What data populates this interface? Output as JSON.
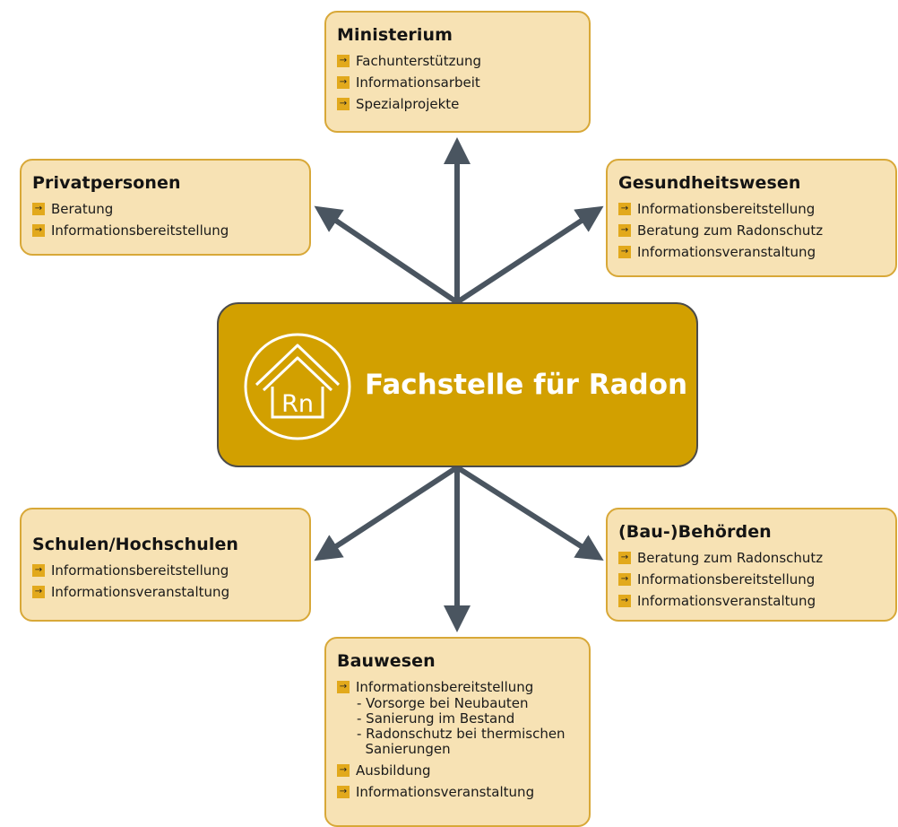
{
  "center": {
    "title": "Fachstelle für Radon",
    "logo_text": "Rn",
    "logo_icon": "house-radon-icon",
    "color": "#d2a000"
  },
  "colors": {
    "box_fill": "#f7e2b4",
    "box_border": "#d8a838",
    "bullet": "#e2a91c",
    "arrow": "#4a5560"
  },
  "bullet_icon": "arrow-right-icon",
  "ministerium": {
    "title": "Ministerium",
    "items": [
      "Fachunterstützung",
      "Informationsarbeit",
      "Spezialprojekte"
    ]
  },
  "privat": {
    "title": "Privatpersonen",
    "items": [
      "Beratung",
      "Informationsbereitstellung"
    ]
  },
  "gesundheit": {
    "title": "Gesundheitswesen",
    "items": [
      "Informationsbereitstellung",
      "Beratung zum Radonschutz",
      "Informationsveranstaltung"
    ]
  },
  "schulen": {
    "title": "Schulen/Hochschulen",
    "items": [
      "Informationsbereitstellung",
      "Informationsveranstaltung"
    ]
  },
  "behoerden": {
    "title": "(Bau-)Behörden",
    "items": [
      "Beratung zum Radonschutz",
      "Informationsbereitstellung",
      "Informationsveranstaltung"
    ]
  },
  "bauwesen": {
    "title": "Bauwesen",
    "item1": "Informationsbereitstellung",
    "subitems": [
      "- Vorsorge bei Neubauten",
      "- Sanierung im Bestand",
      "- Radonschutz bei thermischen",
      "  Sanierungen"
    ],
    "item2": "Ausbildung",
    "item3": "Informationsveranstaltung"
  }
}
